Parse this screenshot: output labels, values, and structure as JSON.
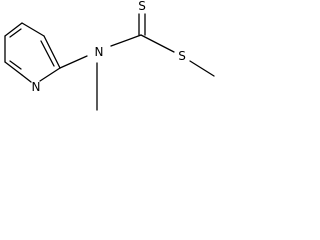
{
  "structure": {
    "atoms": {
      "ring_nitrogen": "N",
      "amine_nitrogen": "N",
      "thione_sulfur": "S",
      "thioester_sulfur": "S"
    }
  }
}
